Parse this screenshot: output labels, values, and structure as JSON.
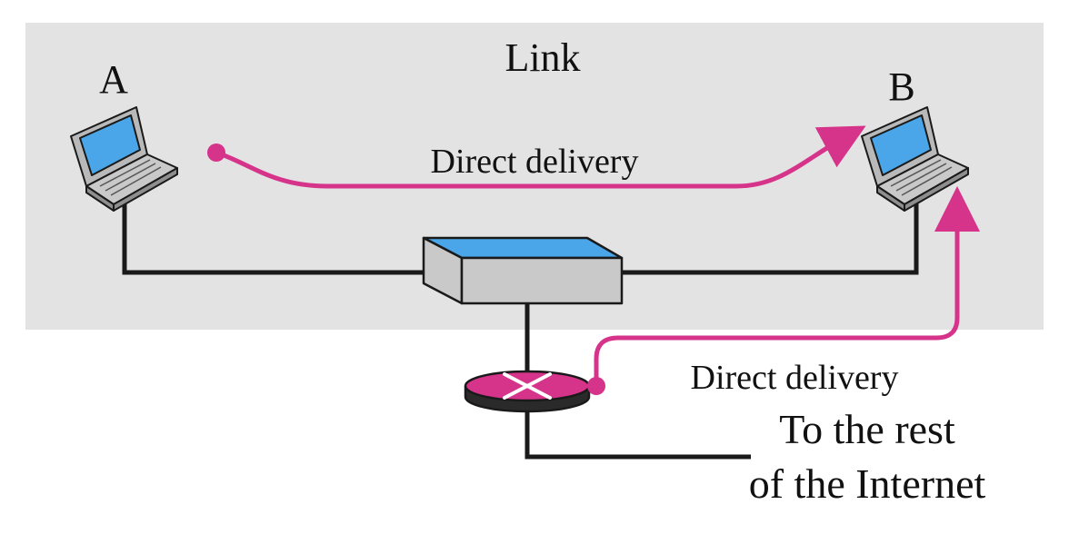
{
  "title": "Link",
  "hosts": [
    {
      "label": "A"
    },
    {
      "label": "B"
    }
  ],
  "deliveries": [
    {
      "label": "Direct delivery"
    },
    {
      "label": "Direct delivery"
    }
  ],
  "internet_label": {
    "line1": "To the rest",
    "line2": "of the Internet"
  },
  "colors": {
    "link_background": "#e3e3e3",
    "delivery_path": "#d6338a",
    "screen": "#4aa6e8",
    "switch_top": "#4aa6e8",
    "router": "#d6338a",
    "wire": "#1a1a1a"
  }
}
